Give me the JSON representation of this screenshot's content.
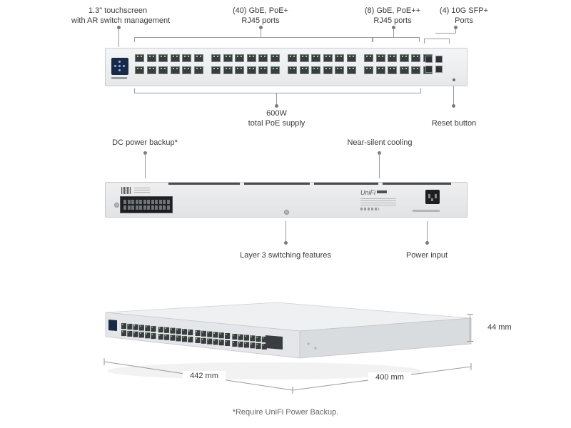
{
  "labels": {
    "touchscreen": [
      "1.3\" touchscreen",
      "with AR switch management"
    ],
    "gbe_poe_plus": [
      "(40) GbE, PoE+",
      "RJ45 ports"
    ],
    "gbe_poe_plusplus": [
      "(8) GbE, PoE++",
      "RJ45 ports"
    ],
    "sfp_plus": [
      "(4) 10G SFP+",
      "Ports"
    ],
    "poe_supply": [
      "600W",
      "total PoE supply"
    ],
    "reset_button": "Reset button",
    "dc_power_backup": "DC power backup*",
    "cooling": "Near-silent cooling",
    "layer3": "Layer 3 switching features",
    "power_input": "Power input"
  },
  "dimensions": {
    "height": "44 mm",
    "width": "442 mm",
    "depth": "400 mm"
  },
  "footnote": "*Require UniFi Power Backup.",
  "brand": "UniFi",
  "colors": {
    "panel": "#e8eaec",
    "port": "#3a3d40",
    "led": "#8ee07a",
    "touchscreen": "#1b2a44",
    "leader_line": "#9a9a9a"
  }
}
